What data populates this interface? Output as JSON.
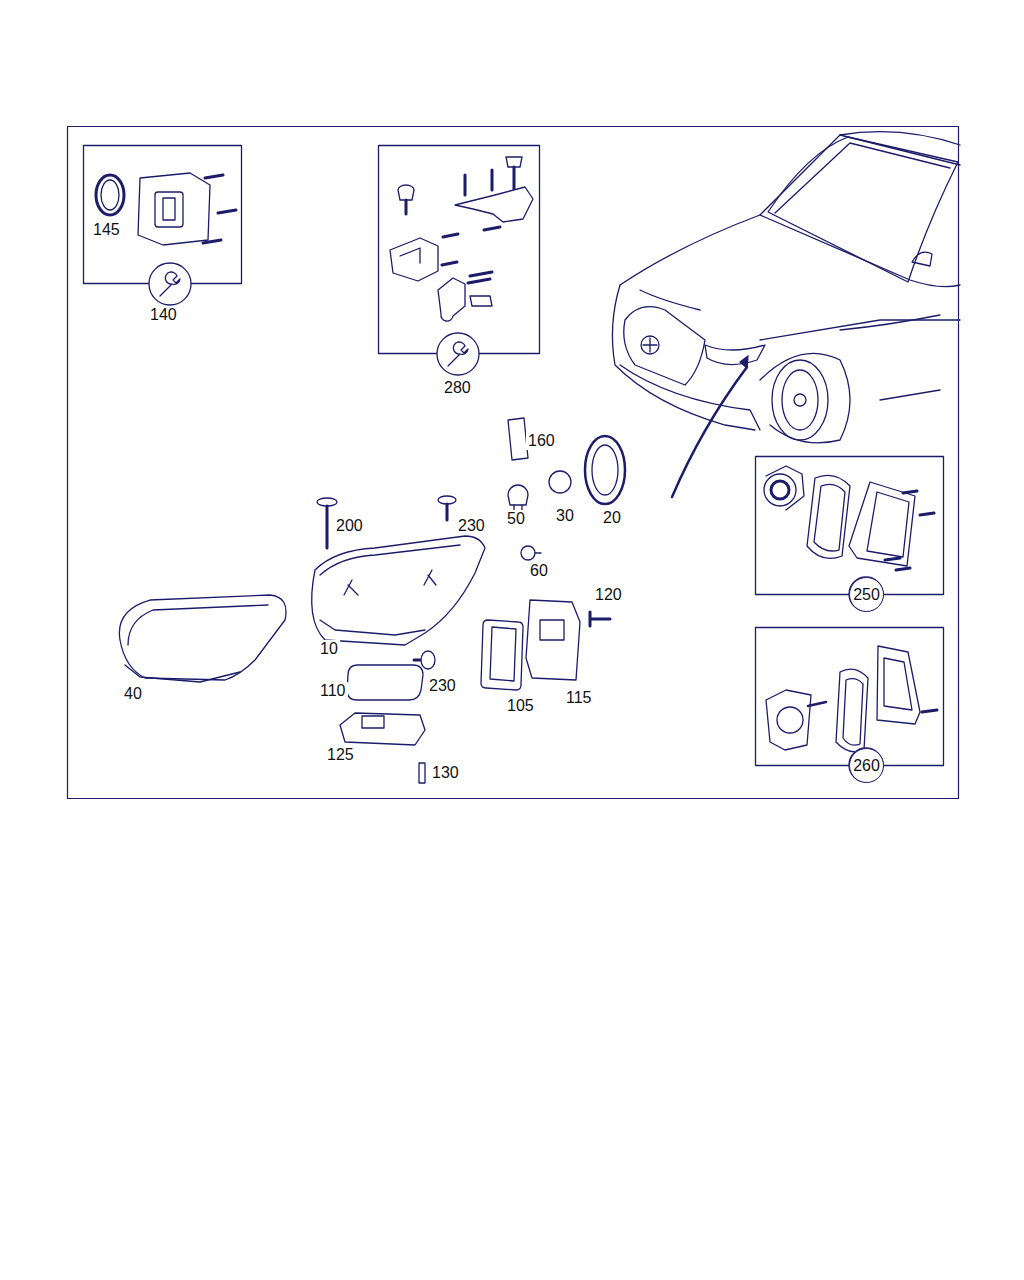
{
  "diagram": {
    "nodes": [
      {
        "text": [
          "250"
        ]
      },
      {
        "text": [
          "260"
        ]
      }
    ],
    "labels": [
      "145",
      "140",
      "280",
      "160",
      "50",
      "30",
      "20",
      "200",
      "230",
      "60",
      "120",
      "10",
      "40",
      "110",
      "230",
      "105",
      "115",
      "125",
      "130"
    ]
  }
}
